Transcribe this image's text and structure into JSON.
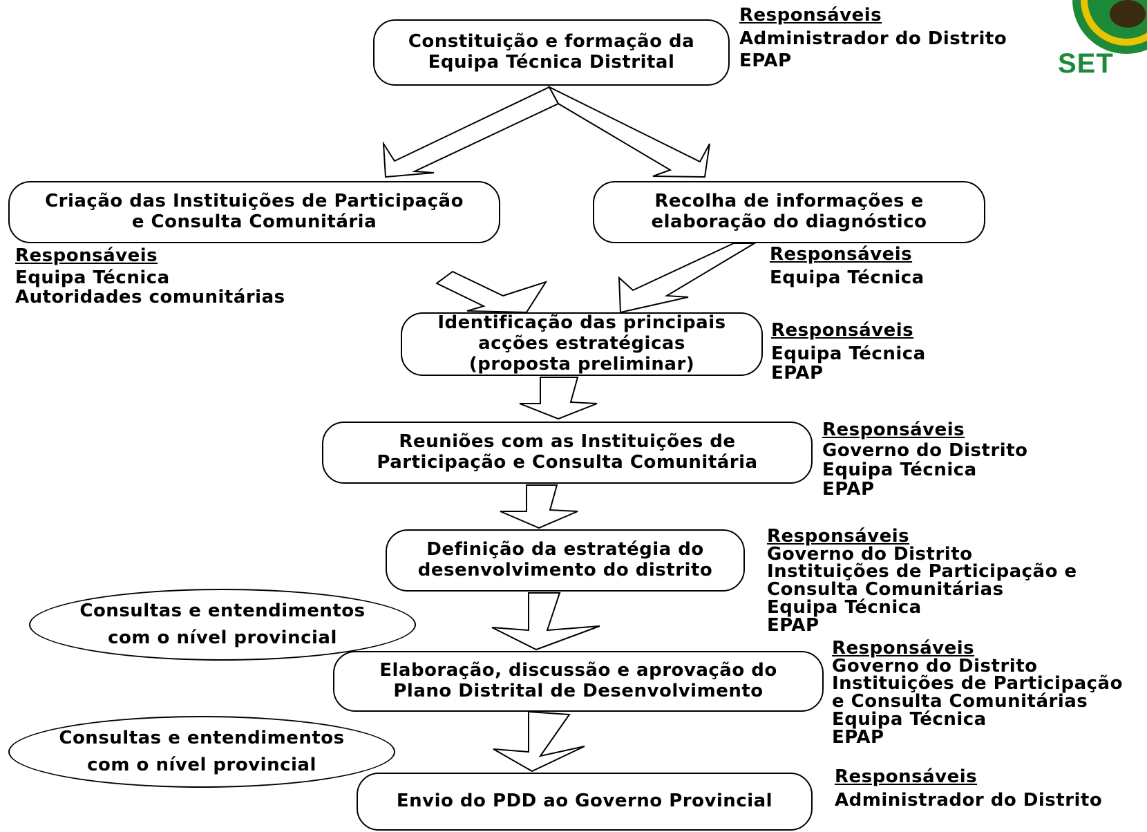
{
  "steps": {
    "s1": [
      "Constituição e formação da",
      "Equipa Técnica Distrital"
    ],
    "s2a": [
      "Criação das Instituições de Participação",
      "e Consulta Comunitária"
    ],
    "s2b": [
      "Recolha de informações e",
      "elaboração do diagnóstico"
    ],
    "s3": [
      "Identificação das principais",
      "acções estratégicas",
      "(proposta preliminar)"
    ],
    "s4": [
      "Reuniões com as Instituições de",
      "Participação e Consulta Comunitária"
    ],
    "s5": [
      "Definição da estratégia do",
      "desenvolvimento do distrito"
    ],
    "s6": [
      "Elaboração, discussão e aprovação do",
      "Plano Distrital de Desenvolvimento"
    ],
    "s7": [
      "Envio do PDD ao Governo Provincial"
    ]
  },
  "ovals": {
    "o1": [
      "Consultas  e entendimentos",
      "com o nível provincial"
    ],
    "o2": [
      "Consultas  e entendimentos",
      "com o nível provincial"
    ]
  },
  "responsaveis": {
    "heading": "Responsáveis",
    "r1": [
      "Administrador do Distrito",
      "EPAP"
    ],
    "r2a": [
      "Equipa Técnica",
      "Autoridades comunitárias"
    ],
    "r2b": [
      "Equipa Técnica"
    ],
    "r3": [
      "Equipa Técnica",
      "EPAP"
    ],
    "r4": [
      "Governo do Distrito",
      "Equipa Técnica",
      "EPAP"
    ],
    "r5": [
      "Governo do Distrito",
      "Instituições de Participação e",
      "Consulta Comunitárias",
      "Equipa Técnica",
      "EPAP"
    ],
    "r6": [
      "Governo do Distrito",
      "Instituições de Participação",
      "e Consulta Comunitárias",
      "Equipa Técnica",
      "EPAP"
    ],
    "r7": [
      "Administrador do Distrito"
    ]
  },
  "logo": {
    "text": "SET",
    "color": "#1d8a3a"
  }
}
